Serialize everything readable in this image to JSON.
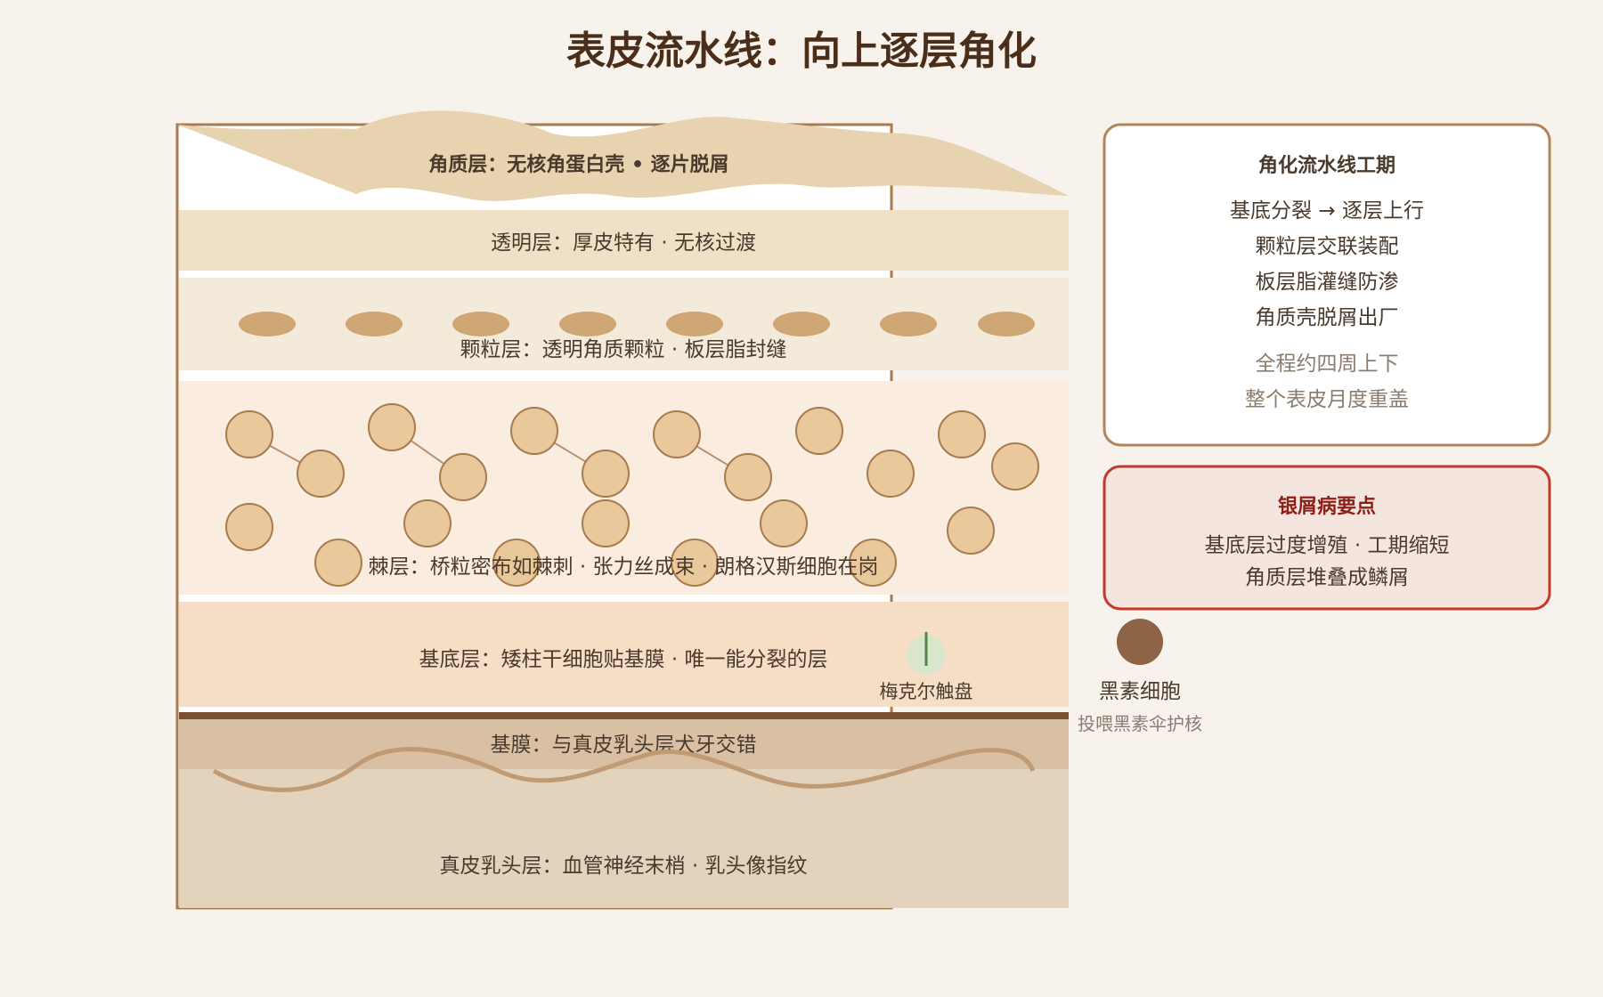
{
  "title": "表皮流水线：向上逐层角化",
  "layers": {
    "corneum": "角质层：无核角蛋白壳 • 逐片脱屑",
    "lucidum": "透明层：厚皮特有 · 无核过渡",
    "granulosum": "颗粒层：透明角质颗粒 · 板层脂封缝",
    "spinosum": "棘层：桥粒密布如棘刺 · 张力丝成束 · 朗格汉斯细胞在岗",
    "basale": "基底层：矮柱干细胞贴基膜 · 唯一能分裂的层",
    "basement": "基膜：与真皮乳头层犬牙交错",
    "dermis": "真皮乳头层：血管神经末梢 · 乳头像指纹"
  },
  "merkel": {
    "label": "梅克尔触盘"
  },
  "melanocyte": {
    "label": "黑素细胞",
    "sub": "投喂黑素伞护核"
  },
  "schedule_card": {
    "title": "角化流水线工期",
    "lines": [
      "基底分裂 → 逐层上行",
      "颗粒层交联装配",
      "板层脂灌缝防渗",
      "角质壳脱屑出厂"
    ],
    "notes": [
      "全程约四周上下",
      "整个表皮月度重盖"
    ]
  },
  "psoriasis_card": {
    "title": "银屑病要点",
    "lines": [
      "基底层过度增殖 · 工期缩短",
      "角质层堆叠成鳞屑"
    ]
  },
  "colors": {
    "background": "#f7f2ec",
    "title": "#4a2e19",
    "frame": "#a97a4c",
    "corneum": "#e8d3b0",
    "lucidum": "#efe0c6",
    "granulosum": "#f3eada",
    "granule": "#cda673",
    "spinosum": "#fbece0",
    "cell_fill": "#e9c99b",
    "cell_stroke": "#a97a4c",
    "basale": "#f6ddc6",
    "basement_line": "#7a5232",
    "basement": "#d9c0a4",
    "dermis": "#e3d3bd",
    "wave": "#bf9a74",
    "merkel": "#d9e6cc",
    "merkel_line": "#4f8a4a",
    "melanocyte": "#8d6446",
    "psoriasis_border": "#c0392b",
    "psoriasis_bg": "#f5e5df",
    "psoriasis_title": "#8e1f17"
  }
}
